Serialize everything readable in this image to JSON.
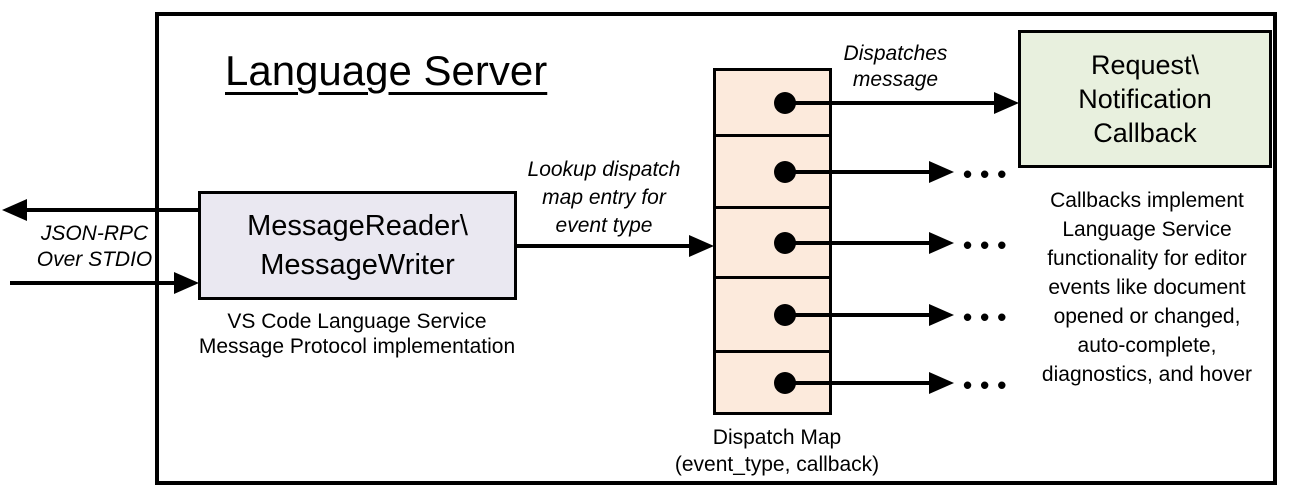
{
  "title": "Language Server",
  "io": {
    "label": "JSON-RPC\nOver STDIO"
  },
  "reader": {
    "label": "MessageReader\\\nMessageWriter",
    "caption": "VS Code Language Service\nMessage Protocol implementation"
  },
  "lookup": {
    "label": "Lookup dispatch\nmap entry for\nevent type"
  },
  "dispatch": {
    "caption": "Dispatch Map\n(event_type, callback)",
    "rows": 5,
    "ellipsis": "•••"
  },
  "dispatches": {
    "label": "Dispatches\nmessage"
  },
  "callback": {
    "label": "Request\\\nNotification\nCallback"
  },
  "note": "Callbacks implement\nLanguage Service\nfunctionality for editor\nevents like document\nopened or changed,\nauto-complete,\ndiagnostics, and hover",
  "colors": {
    "reader_fill": "#EAE8F1",
    "dispatch_fill": "#FCEADC",
    "callback_fill": "#E8F0DE",
    "line": "#000000"
  }
}
